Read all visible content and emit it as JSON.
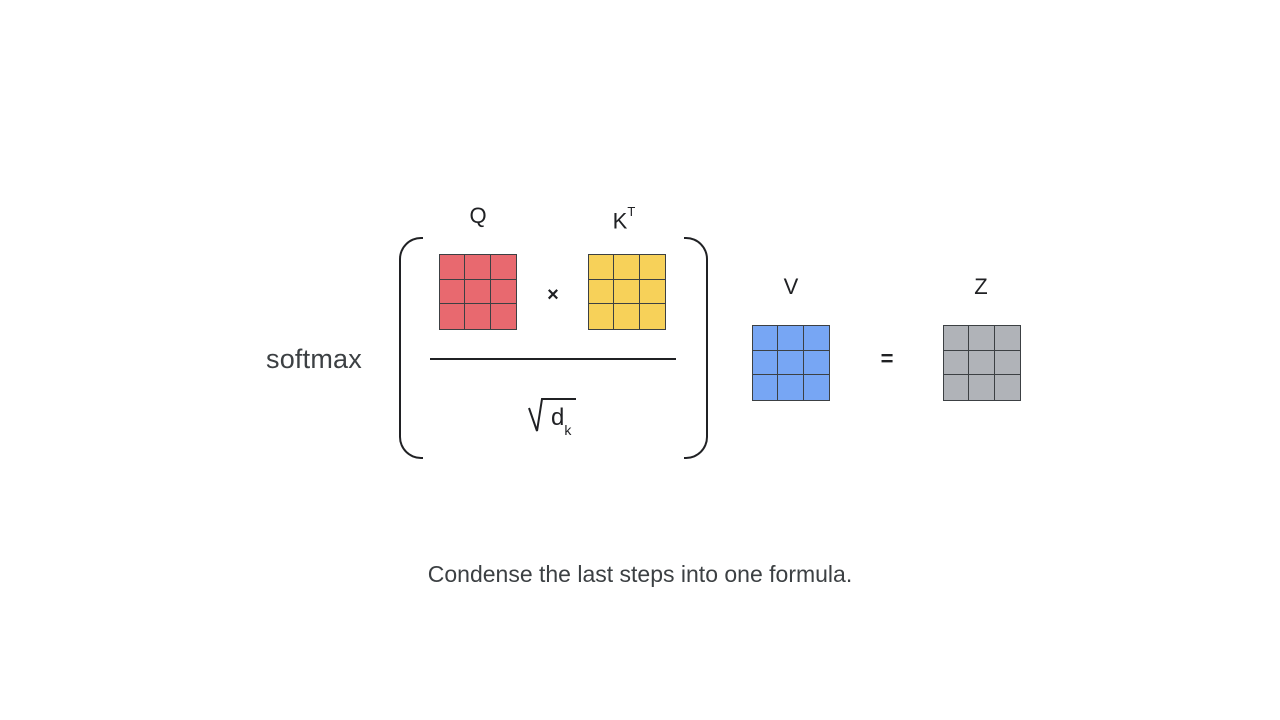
{
  "formula": {
    "function_label": "softmax",
    "q_label": "Q",
    "k_label": "K",
    "k_superscript": "T",
    "v_label": "V",
    "z_label": "Z",
    "times_symbol": "×",
    "equals_symbol": "=",
    "denominator_var": "d",
    "denominator_subscript": "k"
  },
  "matrices": {
    "q": {
      "color": "#e8696f",
      "rows": 3,
      "cols": 3
    },
    "k": {
      "color": "#f7d159",
      "rows": 3,
      "cols": 3
    },
    "v": {
      "color": "#77a6f4",
      "rows": 3,
      "cols": 3
    },
    "z": {
      "color": "#b0b3b8",
      "rows": 3,
      "cols": 3
    }
  },
  "caption": "Condense the last steps into one formula."
}
